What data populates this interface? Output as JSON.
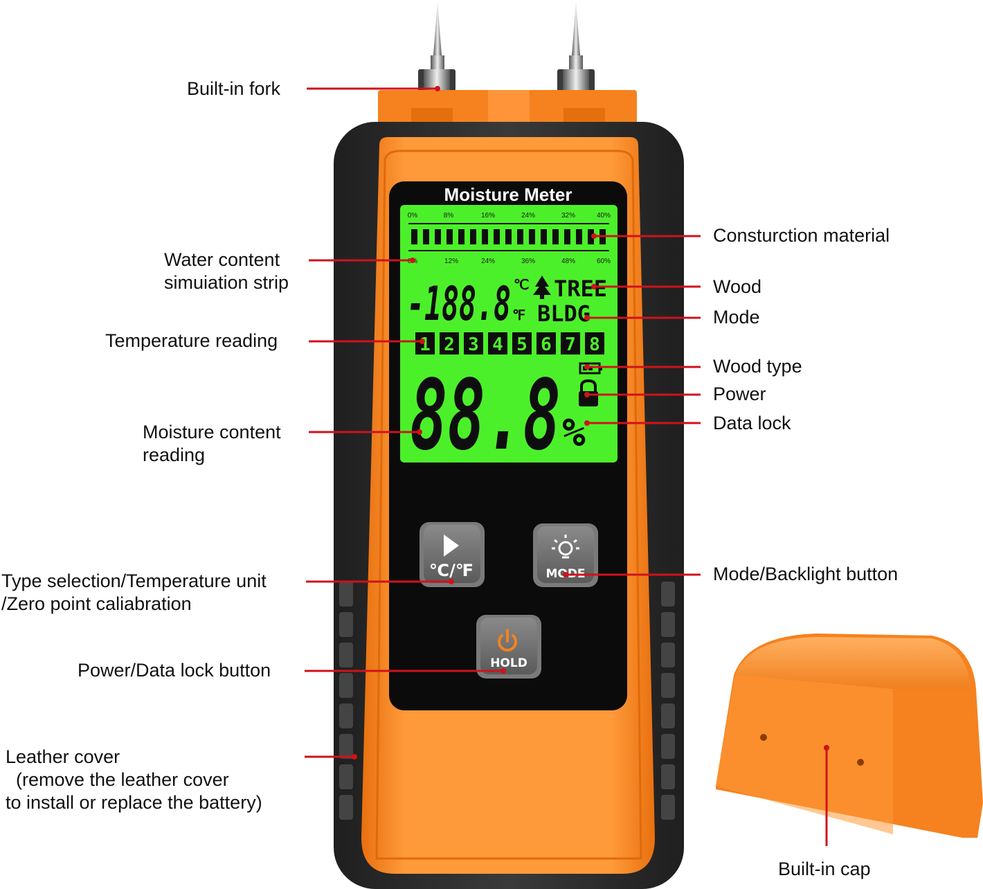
{
  "device": {
    "title": "Moisture Meter",
    "top_scale": [
      "0%",
      "8%",
      "16%",
      "24%",
      "32%",
      "40%"
    ],
    "bottom_scale": [
      "0%",
      "12%",
      "24%",
      "36%",
      "48%",
      "60%"
    ],
    "temp_display": "-188.8",
    "unit_c": "℃",
    "unit_f": "℉",
    "tree_label": "TREE",
    "bldg_label": "BLDG",
    "wood_types": [
      "1",
      "2",
      "3",
      "4",
      "5",
      "6",
      "7",
      "8"
    ],
    "moisture_display": "88.8",
    "percent": "%",
    "buttons": {
      "unit_label": "℃/℉",
      "mode_label": "MODE",
      "hold_label": "HOLD"
    }
  },
  "labels": {
    "built_in_fork": "Built-in fork",
    "water_strip": "Water content\nsimuiation strip",
    "temperature": "Temperature reading",
    "moisture": "Moisture content\nreading",
    "type_selection": "Type selection/Temperature unit\n/Zero point caliabration",
    "power_button": "Power/Data lock button",
    "leather": "Leather cover\n  (remove the leather cover\nto install or replace the battery)",
    "construction": "Consturction material",
    "wood": "Wood",
    "mode": "Mode",
    "wood_type": "Wood type",
    "power": "Power",
    "data_lock": "Data lock",
    "mode_backlight": "Mode/Backlight button",
    "built_in_cap": "Built-in cap"
  },
  "colors": {
    "orange": "#f5821f",
    "lcd_green": "#4cf02a",
    "leader_red": "#d0121b",
    "body_dark": "#2b2b2b"
  }
}
